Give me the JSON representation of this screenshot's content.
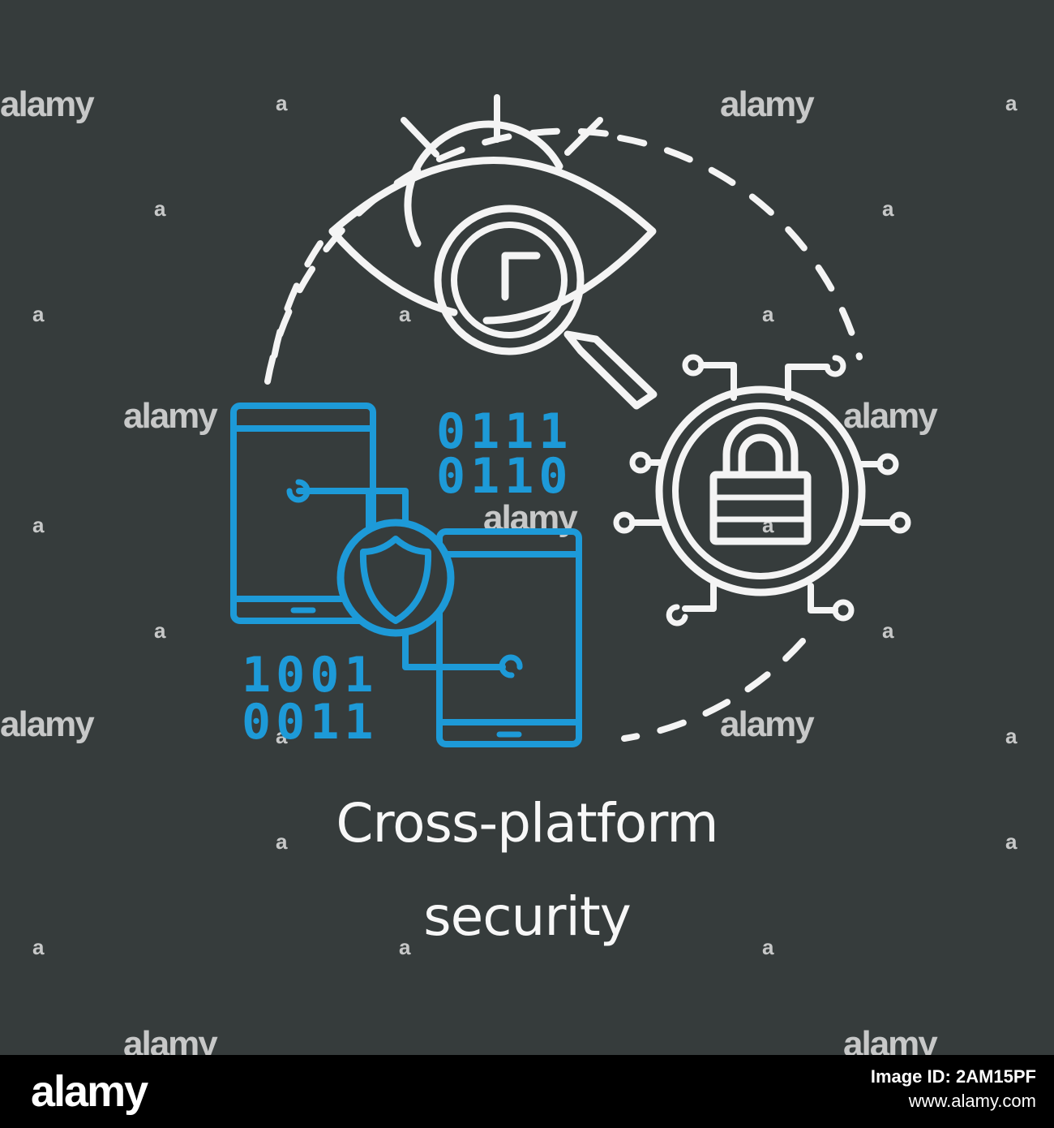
{
  "title": {
    "line1": "Cross-platform",
    "line2": "security"
  },
  "binary": {
    "top": [
      "0111",
      "0110"
    ],
    "bottom": [
      "1001",
      "0011"
    ]
  },
  "watermark": {
    "text": "alamy",
    "mark": "a"
  },
  "footer": {
    "logo": "alamy",
    "image_id_label": "Image ID: 2AM15PF",
    "site": "www.alamy.com"
  },
  "colors": {
    "background": "#363c3c",
    "chalk_white": "#f4f4f4",
    "chalk_blue": "#1d9ad8"
  },
  "icons": [
    "eye-icon",
    "magnifier-icon",
    "padlock-icon",
    "circuit-icon",
    "tablet-icon",
    "shield-icon"
  ]
}
